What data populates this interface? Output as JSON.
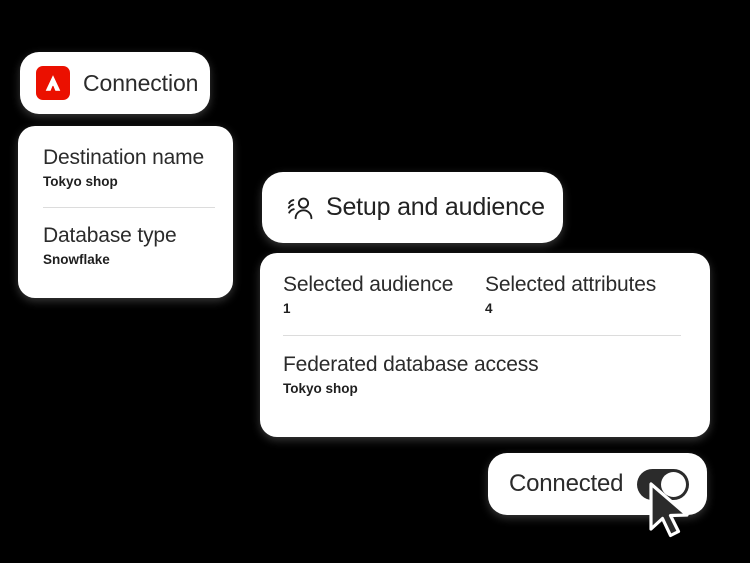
{
  "background_color": "#000000",
  "card_color": "#ffffff",
  "connection": {
    "logo_name": "adobe-logo",
    "logo_color": "#EB1000",
    "label": "Connection"
  },
  "destination": {
    "fields": [
      {
        "heading": "Destination name",
        "value": "Tokyo shop"
      },
      {
        "heading": "Database type",
        "value": "Snowflake"
      }
    ]
  },
  "setup": {
    "icon_name": "audience-people-icon",
    "label": "Setup and audience"
  },
  "audience_panel": {
    "stats": [
      {
        "heading": "Selected audience",
        "value": "1"
      },
      {
        "heading": "Selected attributes",
        "value": "4"
      }
    ],
    "federated": {
      "heading": "Federated database access",
      "value": "Tokyo shop"
    }
  },
  "connection_status": {
    "label": "Connected",
    "toggle_state": "on",
    "toggle_color": "#2b2b2b",
    "knob_color": "#ffffff"
  },
  "cursor": {
    "name": "mouse-pointer-cursor"
  }
}
